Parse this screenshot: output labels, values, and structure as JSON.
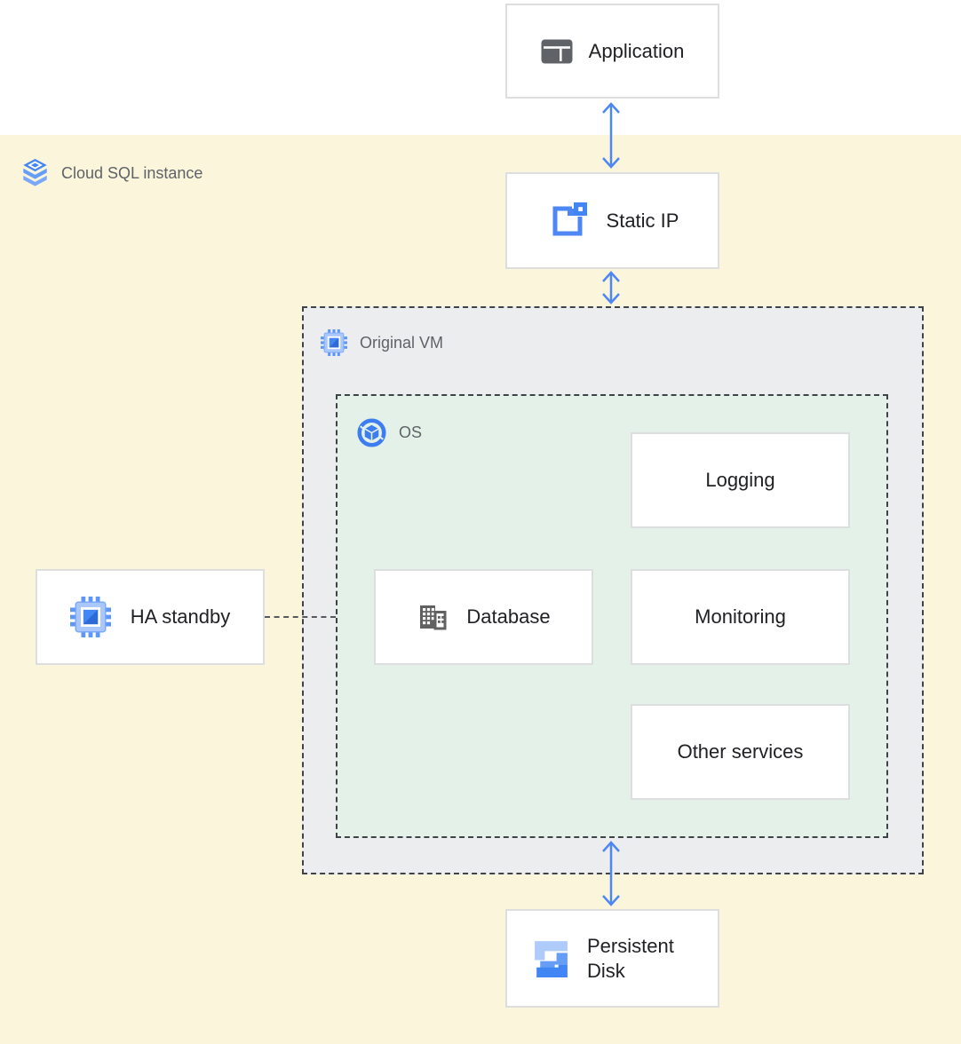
{
  "region": {
    "label": "Cloud SQL instance"
  },
  "containers": {
    "original_vm": {
      "label": "Original VM"
    },
    "os": {
      "label": "OS"
    }
  },
  "nodes": {
    "application": {
      "label": "Application"
    },
    "static_ip": {
      "label": "Static IP"
    },
    "logging": {
      "label": "Logging"
    },
    "database": {
      "label": "Database"
    },
    "monitoring": {
      "label": "Monitoring"
    },
    "other_services": {
      "label": "Other services"
    },
    "ha_standby": {
      "label": "HA standby"
    },
    "persistent_disk": {
      "label": "Persistent Disk"
    }
  },
  "icons": {
    "cloud_sql": "cloud-sql-icon",
    "application": "application-window-icon",
    "static_ip": "external-ip-icon",
    "original_vm": "compute-engine-icon",
    "os": "os-cube-icon",
    "database": "database-building-icon",
    "ha_standby": "compute-engine-icon",
    "persistent_disk": "persistent-disk-icon"
  },
  "colors": {
    "instance_region_bg": "#FBF5DC",
    "vm_container_bg": "#ECEDEF",
    "os_container_bg": "#E4F1E9",
    "node_border": "#DDDEE0",
    "dashed_border": "#3F4246",
    "arrow_blue": "#4C87F5",
    "icon_blue": "#4285F4",
    "icon_blue_light": "#AECBFA",
    "icon_blue_mid": "#669DF6",
    "icon_gray": "#5F6368",
    "text_dark": "#202124",
    "text_gray": "#5F6368"
  }
}
